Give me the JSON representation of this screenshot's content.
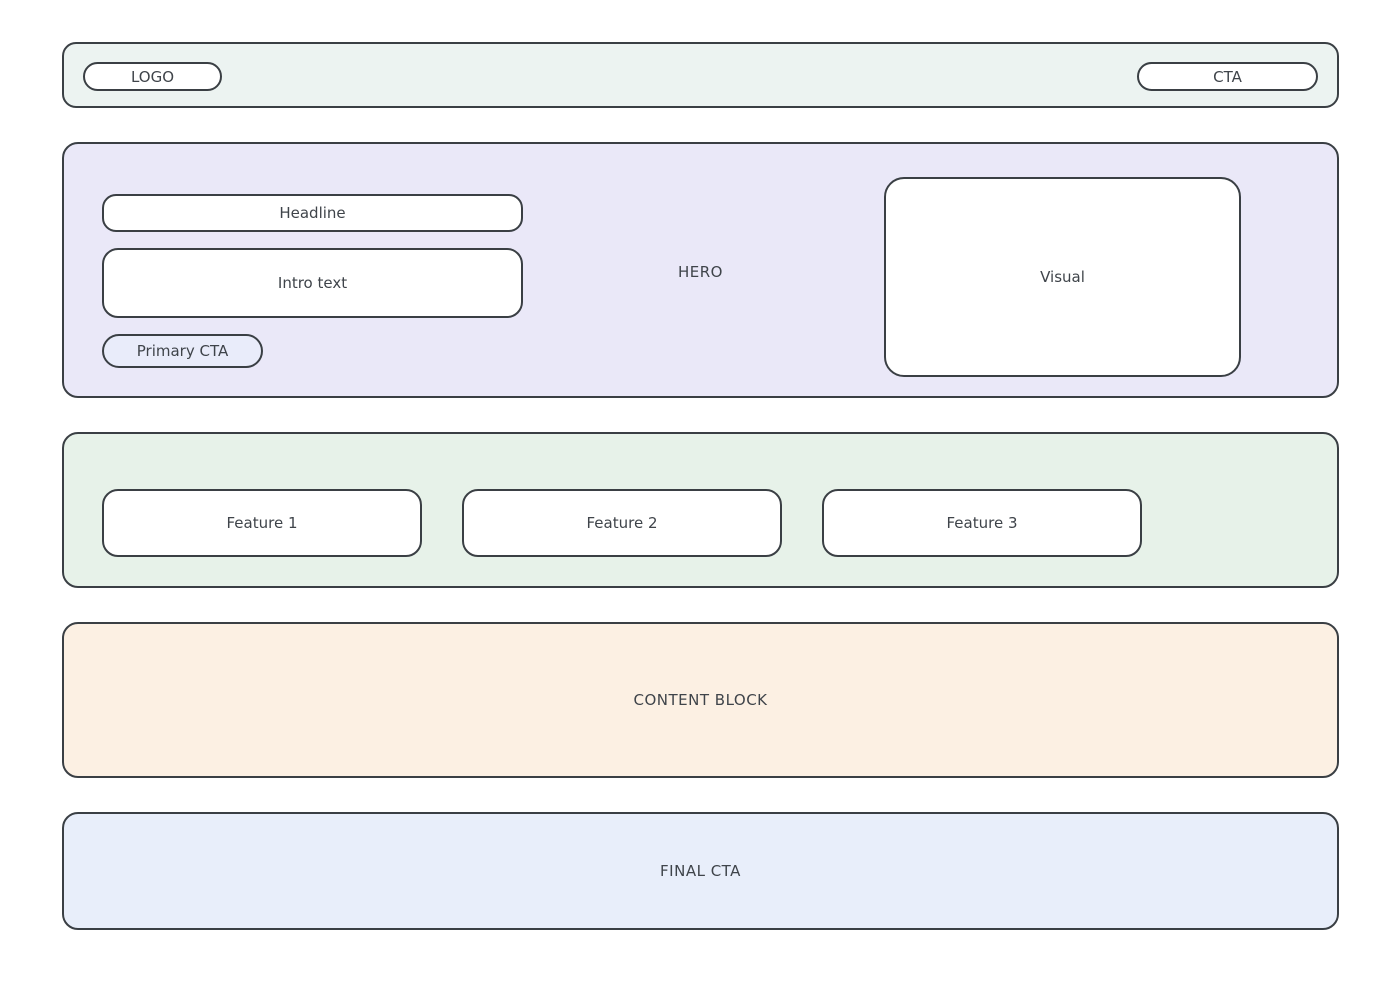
{
  "topbar": {
    "logo_label": "LOGO",
    "cta_label": "CTA"
  },
  "hero": {
    "section_label": "HERO",
    "headline": "Headline",
    "intro": "Intro text",
    "primary_cta": "Primary CTA",
    "visual": "Visual"
  },
  "features": {
    "items": [
      "Feature 1",
      "Feature 2",
      "Feature 3"
    ]
  },
  "content_block": {
    "label": "CONTENT BLOCK"
  },
  "final_cta": {
    "label": "FINAL CTA"
  },
  "colors": {
    "topbar_bg": "#ecf3f1",
    "hero_bg": "#eae8f8",
    "features_bg": "#e7f2e9",
    "content_block_bg": "#fcf0e3",
    "final_cta_bg": "#e8eefa",
    "primary_cta_bg": "#e9ecfa",
    "border": "#3a3f44",
    "text": "#3f444a",
    "box_bg": "#ffffff"
  }
}
